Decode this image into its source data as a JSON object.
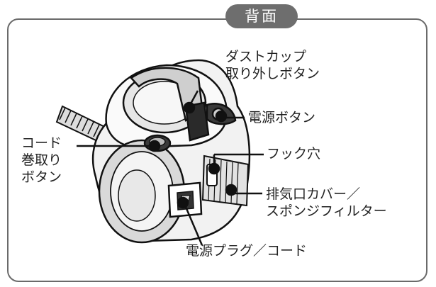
{
  "title": "背面",
  "labels": {
    "dust_cup_release_line1": "ダストカップ",
    "dust_cup_release_line2": "取り外しボタン",
    "power_button": "電源ボタン",
    "cord_rewind_line1": "コード",
    "cord_rewind_line2": "巻取り",
    "cord_rewind_line3": "ボタン",
    "hook_hole": "フック穴",
    "exhaust_cover_line1": "排気口カバー／",
    "exhaust_cover_line2": "スポンジフィルター",
    "power_plug_cord": "電源プラグ／コード"
  },
  "colors": {
    "frame": "#6a6a6a",
    "title_fill": "#6e6e6e",
    "outline": "#111111",
    "body_fill": "#f2f2f2"
  }
}
